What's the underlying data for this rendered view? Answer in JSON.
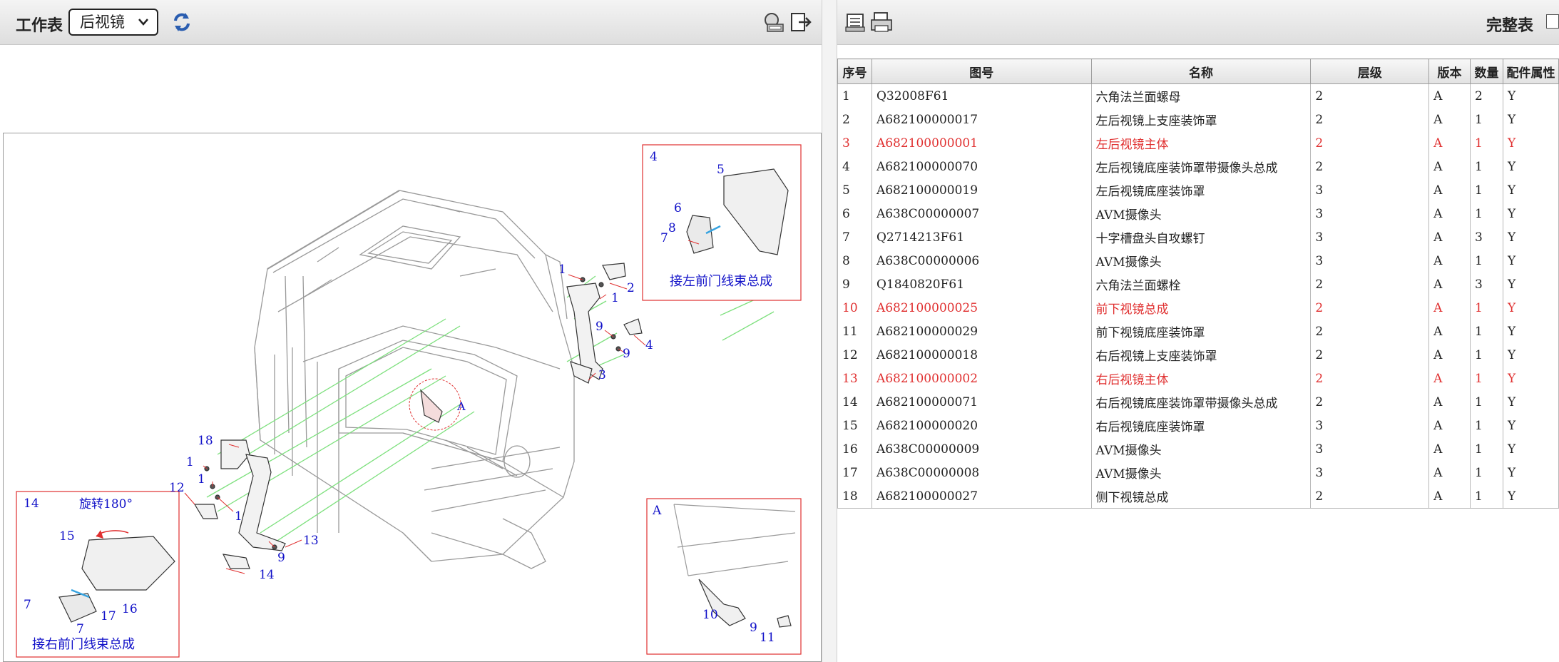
{
  "left_toolbar": {
    "title": "工作表",
    "select_value": "后视镜"
  },
  "right_toolbar": {
    "complete_label": "完整表"
  },
  "diagram": {
    "callouts": {
      "box4_label": "4",
      "box4_text": "接左前门线束总成",
      "box14_label": "14",
      "box14_rotate": "旋转180°",
      "box14_text": "接右前门线束总成",
      "boxA_label": "A",
      "main_A": "A"
    },
    "numbers": [
      "1",
      "2",
      "1",
      "9",
      "4",
      "9",
      "3",
      "18",
      "1",
      "1",
      "12",
      "1",
      "13",
      "9",
      "14",
      "5",
      "6",
      "8",
      "7",
      "15",
      "7",
      "17",
      "16",
      "7",
      "10",
      "9",
      "11"
    ]
  },
  "table": {
    "headers": [
      "序号",
      "图号",
      "名称",
      "层级",
      "版本",
      "数量",
      "配件属性"
    ],
    "rows": [
      {
        "seq": "1",
        "code": "Q32008F61",
        "name": "六角法兰面螺母",
        "level": "2",
        "ver": "A",
        "qty": "2",
        "attr": "Y",
        "red": false
      },
      {
        "seq": "2",
        "code": "A682100000017",
        "name": "左后视镜上支座装饰罩",
        "level": "2",
        "ver": "A",
        "qty": "1",
        "attr": "Y",
        "red": false
      },
      {
        "seq": "3",
        "code": "A682100000001",
        "name": "左后视镜主体",
        "level": "2",
        "ver": "A",
        "qty": "1",
        "attr": "Y",
        "red": true
      },
      {
        "seq": "4",
        "code": "A682100000070",
        "name": "左后视镜底座装饰罩带摄像头总成",
        "level": "2",
        "ver": "A",
        "qty": "1",
        "attr": "Y",
        "red": false
      },
      {
        "seq": "5",
        "code": "A682100000019",
        "name": "左后视镜底座装饰罩",
        "level": "3",
        "ver": "A",
        "qty": "1",
        "attr": "Y",
        "red": false
      },
      {
        "seq": "6",
        "code": "A638C00000007",
        "name": "AVM摄像头",
        "level": "3",
        "ver": "A",
        "qty": "1",
        "attr": "Y",
        "red": false
      },
      {
        "seq": "7",
        "code": "Q2714213F61",
        "name": "十字槽盘头自攻螺钉",
        "level": "3",
        "ver": "A",
        "qty": "3",
        "attr": "Y",
        "red": false
      },
      {
        "seq": "8",
        "code": "A638C00000006",
        "name": "AVM摄像头",
        "level": "3",
        "ver": "A",
        "qty": "1",
        "attr": "Y",
        "red": false
      },
      {
        "seq": "9",
        "code": "Q1840820F61",
        "name": "六角法兰面螺栓",
        "level": "2",
        "ver": "A",
        "qty": "3",
        "attr": "Y",
        "red": false
      },
      {
        "seq": "10",
        "code": "A682100000025",
        "name": "前下视镜总成",
        "level": "2",
        "ver": "A",
        "qty": "1",
        "attr": "Y",
        "red": true
      },
      {
        "seq": "11",
        "code": "A682100000029",
        "name": "前下视镜底座装饰罩",
        "level": "2",
        "ver": "A",
        "qty": "1",
        "attr": "Y",
        "red": false
      },
      {
        "seq": "12",
        "code": "A682100000018",
        "name": "右后视镜上支座装饰罩",
        "level": "2",
        "ver": "A",
        "qty": "1",
        "attr": "Y",
        "red": false
      },
      {
        "seq": "13",
        "code": "A682100000002",
        "name": "右后视镜主体",
        "level": "2",
        "ver": "A",
        "qty": "1",
        "attr": "Y",
        "red": true
      },
      {
        "seq": "14",
        "code": "A682100000071",
        "name": "右后视镜底座装饰罩带摄像头总成",
        "level": "2",
        "ver": "A",
        "qty": "1",
        "attr": "Y",
        "red": false
      },
      {
        "seq": "15",
        "code": "A682100000020",
        "name": "右后视镜底座装饰罩",
        "level": "3",
        "ver": "A",
        "qty": "1",
        "attr": "Y",
        "red": false
      },
      {
        "seq": "16",
        "code": "A638C00000009",
        "name": "AVM摄像头",
        "level": "3",
        "ver": "A",
        "qty": "1",
        "attr": "Y",
        "red": false
      },
      {
        "seq": "17",
        "code": "A638C00000008",
        "name": "AVM摄像头",
        "level": "3",
        "ver": "A",
        "qty": "1",
        "attr": "Y",
        "red": false
      },
      {
        "seq": "18",
        "code": "A682100000027",
        "name": "侧下视镜总成",
        "level": "2",
        "ver": "A",
        "qty": "1",
        "attr": "Y",
        "red": false
      }
    ]
  },
  "colors": {
    "callout_red": "#e03030",
    "label_blue": "#1010c8",
    "guide_green": "#7ee07e",
    "refresh_blue": "#2a5db0"
  }
}
